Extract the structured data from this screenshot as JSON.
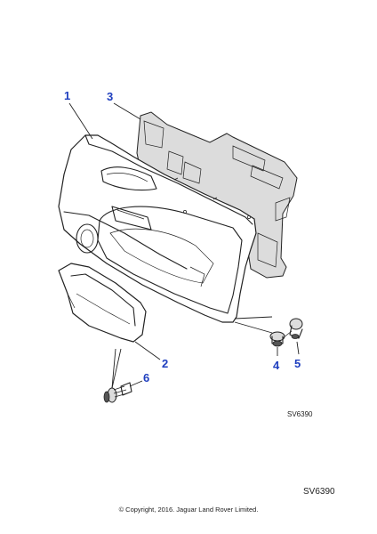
{
  "callouts": {
    "c1": "1",
    "c2": "2",
    "c3": "3",
    "c4": "4",
    "c5": "5",
    "c6": "6"
  },
  "drawing_code_small": "SV6390",
  "drawing_code_large": "SV6390",
  "copyright": "© Copyright, 2016. Jaguar Land Rover Limited.",
  "colors": {
    "callout": "#1f3fbf",
    "line": "#222222",
    "shade": "#dcdcdc"
  }
}
